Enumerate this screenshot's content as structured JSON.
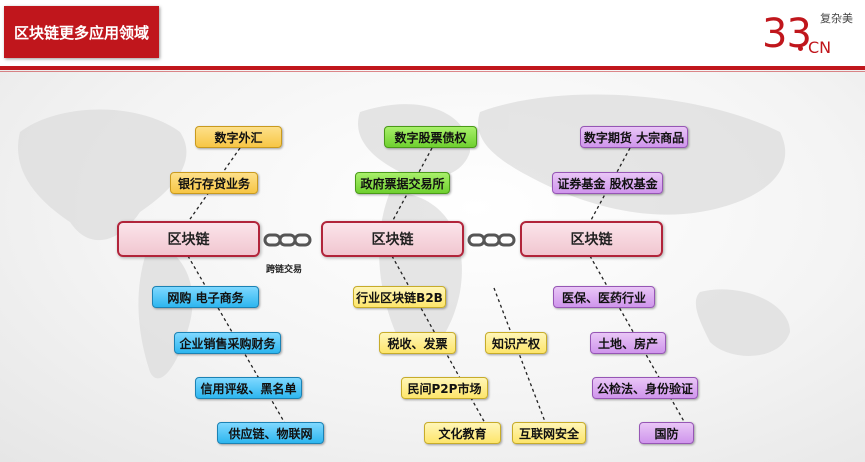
{
  "header": {
    "title": "区块链更多应用领域"
  },
  "logo": {
    "number": "33",
    "sub": "复杂美",
    "domain": "CN"
  },
  "colors": {
    "accent": "#c0161c"
  },
  "chain": {
    "label": "跨链交易",
    "icon": "chain-link-icon"
  },
  "columns": [
    {
      "core": "区块链",
      "top": [
        "数字外汇",
        "银行存贷业务"
      ],
      "bottom": [
        "网购 电子商务",
        "企业销售采购财务",
        "信用评级、黑名单",
        "供应链、物联网"
      ]
    },
    {
      "core": "区块链",
      "top": [
        "数字股票债权",
        "政府票据交易所"
      ],
      "bottom": [
        "行业区块链B2B",
        "税收、发票",
        "民间P2P市场",
        "文化教育"
      ],
      "extra": [
        "知识产权",
        "互联网安全"
      ]
    },
    {
      "core": "区块链",
      "top": [
        "数字期货 大宗商品",
        "证券基金 股权基金"
      ],
      "bottom": [
        "医保、医药行业",
        "土地、房产",
        "公检法、身份验证",
        "国防"
      ]
    }
  ]
}
